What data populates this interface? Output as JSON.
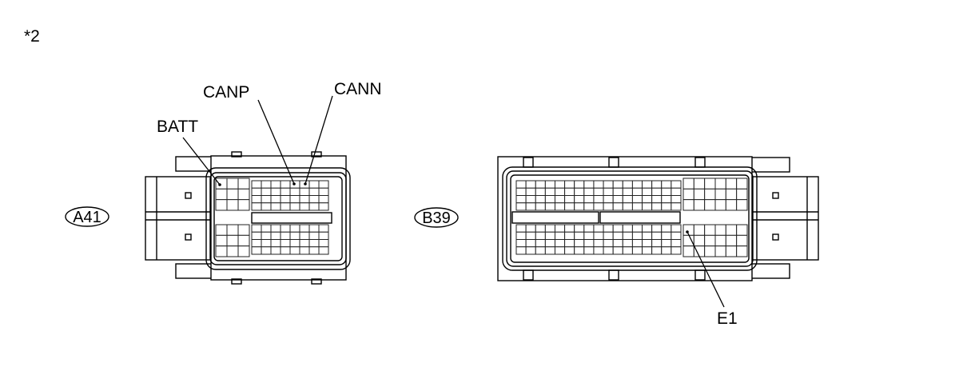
{
  "figure_note": "*2",
  "connectors": [
    {
      "id": "A41",
      "pins": [
        {
          "label": "BATT"
        },
        {
          "label": "CANP"
        },
        {
          "label": "CANN"
        }
      ]
    },
    {
      "id": "B39",
      "pins": [
        {
          "label": "E1"
        }
      ]
    }
  ]
}
